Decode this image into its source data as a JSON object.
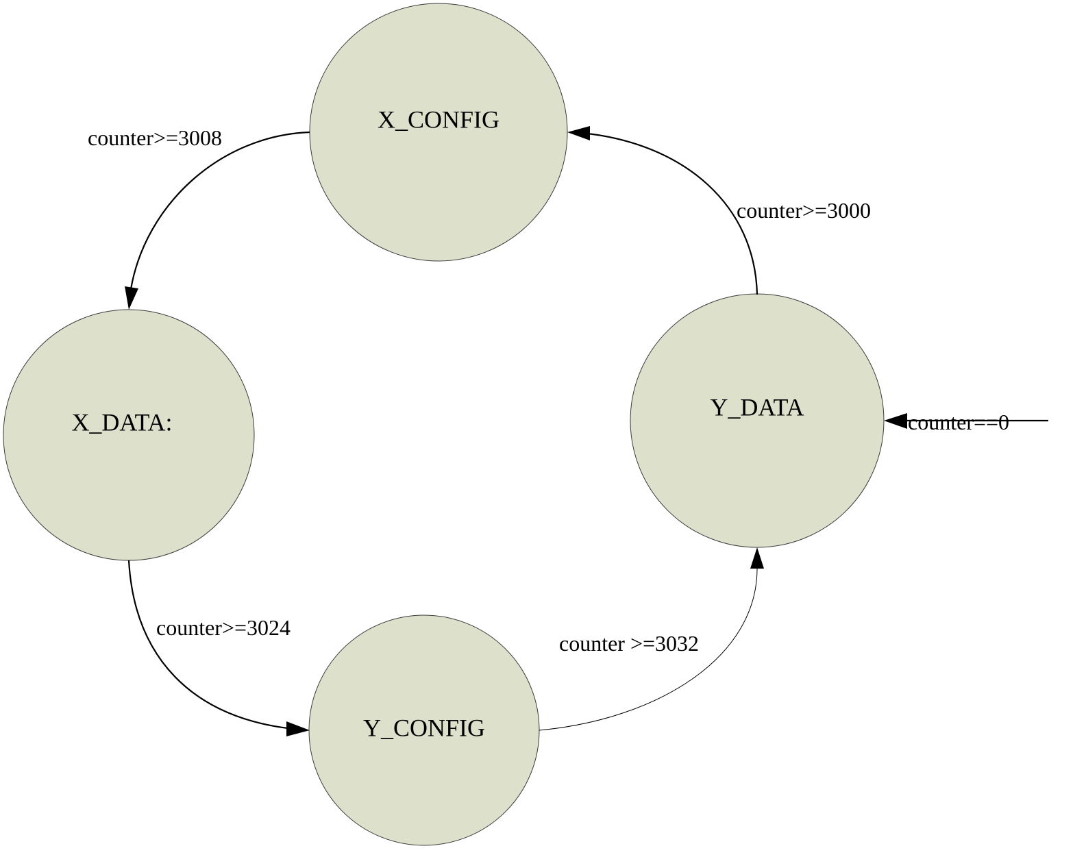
{
  "diagram": {
    "type": "state-machine",
    "colors": {
      "state_fill": "#dde1cb",
      "state_stroke": "#3a3a3a",
      "edge": "#000000",
      "background": "#ffffff"
    },
    "states": {
      "x_config": "X_CONFIG",
      "x_data": "X_DATA:",
      "y_config": "Y_CONFIG",
      "y_data": "Y_DATA"
    },
    "transitions": {
      "x_config_to_x_data": {
        "from": "X_CONFIG",
        "to": "X_DATA:",
        "label": "counter>=3008"
      },
      "x_data_to_y_config": {
        "from": "X_DATA:",
        "to": "Y_CONFIG",
        "label": "counter>=3024"
      },
      "y_config_to_y_data": {
        "from": "Y_CONFIG",
        "to": "Y_DATA",
        "label": "counter >=3032"
      },
      "y_data_to_x_config": {
        "from": "Y_DATA",
        "to": "X_CONFIG",
        "label": "counter>=3000"
      },
      "initial_to_y_data": {
        "from": "",
        "to": "Y_DATA",
        "label": "counter==0"
      }
    }
  }
}
